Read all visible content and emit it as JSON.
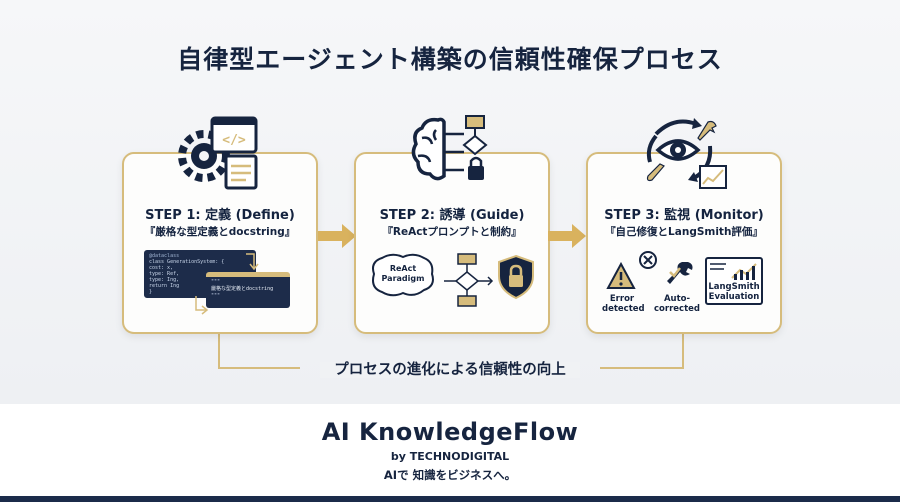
{
  "title": "自律型エージェント構築の信頼性確保プロセス",
  "steps": [
    {
      "title": "STEP 1: 定義 (Define)",
      "subtitle": "『厳格な型定義とdocstring』",
      "code_lines": [
        "@dataclass",
        "class GenerationSystem: {",
        "  cost: x,",
        "  type: Ref,",
        "  type: Ing,",
        "  return Ing",
        "}"
      ],
      "doc_lines": [
        "\"\"\"",
        "厳格な型定義とdocstring",
        "\"\"\""
      ]
    },
    {
      "title": "STEP 2: 誘導 (Guide)",
      "subtitle": "『ReActプロンプトと制約』",
      "bubble": "ReAct Paradigm"
    },
    {
      "title": "STEP 3: 監視 (Monitor)",
      "subtitle": "『自己修復とLangSmith評価』",
      "labels": {
        "error": "Error detected",
        "auto": "Auto-corrected",
        "eval": "LangSmith Evaluation"
      }
    }
  ],
  "footer_label": "プロセスの進化による信頼性の向上",
  "brand": {
    "name": "AI KnowledgeFlow",
    "by": "by TECHNODIGITAL",
    "tagline": "AIで 知識をビジネスへ。"
  },
  "colors": {
    "navy": "#16243f",
    "gold": "#d6bc7c",
    "arrow_gold": "#d9b25e"
  }
}
